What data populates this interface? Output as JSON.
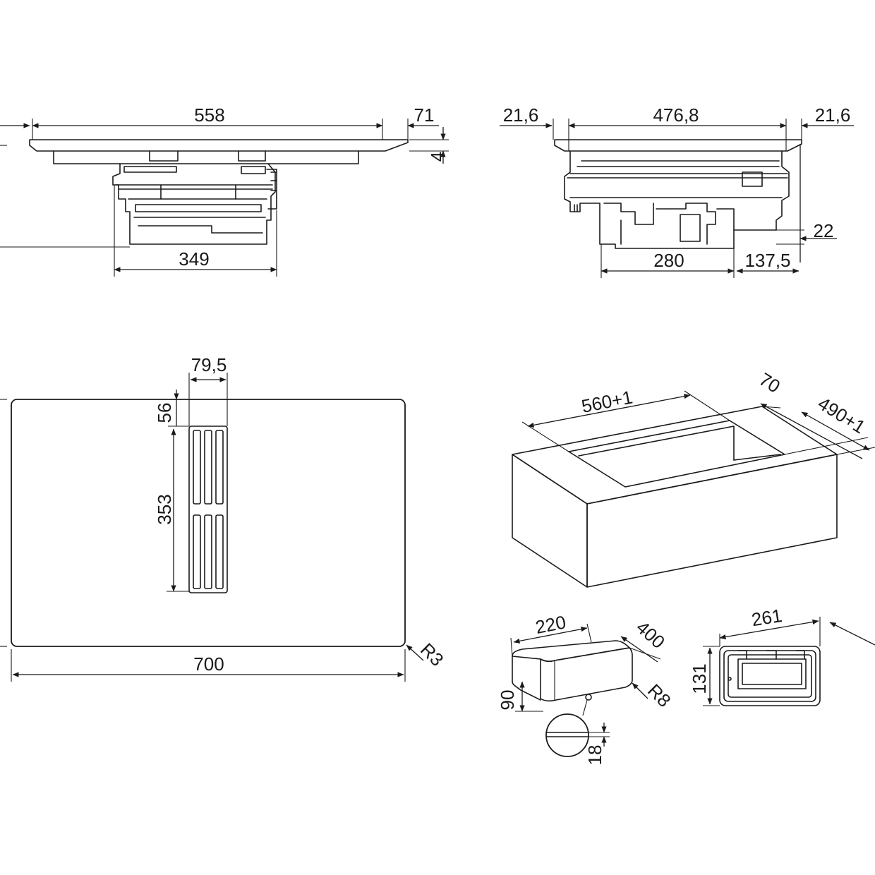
{
  "diagram": {
    "stroke_color": "#1a1a1a",
    "background": "#ffffff",
    "labels": {
      "top_left": {
        "width_558": "558",
        "edge_71": "71",
        "thickness_4": "4",
        "motor_349": "349"
      },
      "top_right": {
        "side_left_216": "21,6",
        "width_4768": "476,8",
        "side_right_216": "21,6",
        "height_22": "22",
        "body_280": "280",
        "offset_1375": "137,5"
      },
      "plan_view": {
        "vent_width_795": "79,5",
        "vent_offset_56": "56",
        "vent_length_353": "353",
        "width_700": "700",
        "radius_r3": "R3"
      },
      "cutout": {
        "cut_width_560": "560+1",
        "edge_70": "70",
        "cut_depth_490": "490+1"
      },
      "duct": {
        "width_220": "220",
        "depth_400": "400",
        "height_90": "90",
        "radius_r8": "R8",
        "detail_18": "18"
      },
      "flange": {
        "width_261": "261",
        "height_131": "131"
      }
    }
  }
}
